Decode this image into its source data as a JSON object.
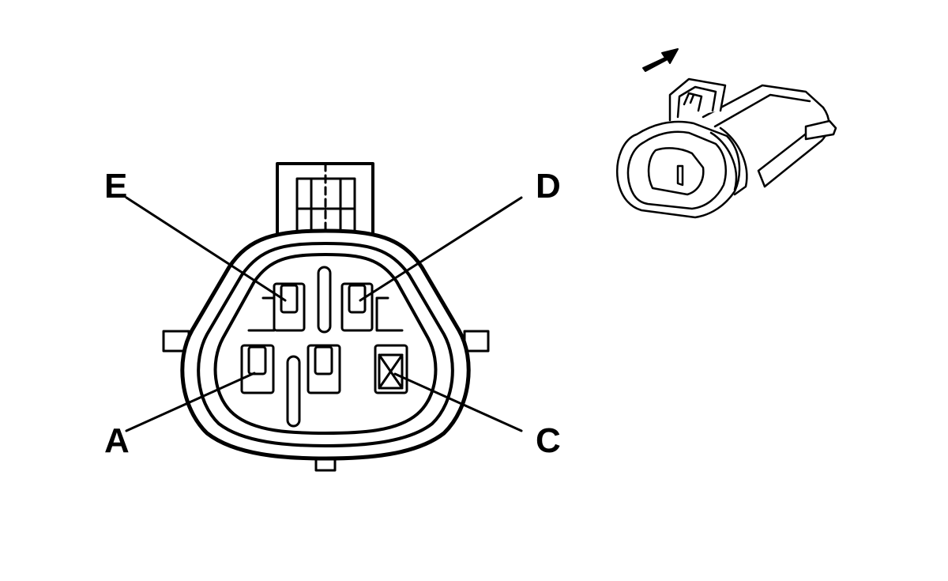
{
  "diagram": {
    "type": "connector-pinout",
    "pins": [
      {
        "id": "E",
        "label": "E"
      },
      {
        "id": "D",
        "label": "D"
      },
      {
        "id": "A",
        "label": "A"
      },
      {
        "id": "C",
        "label": "C"
      }
    ],
    "colors": {
      "stroke": "#000000",
      "background": "#ffffff"
    }
  }
}
